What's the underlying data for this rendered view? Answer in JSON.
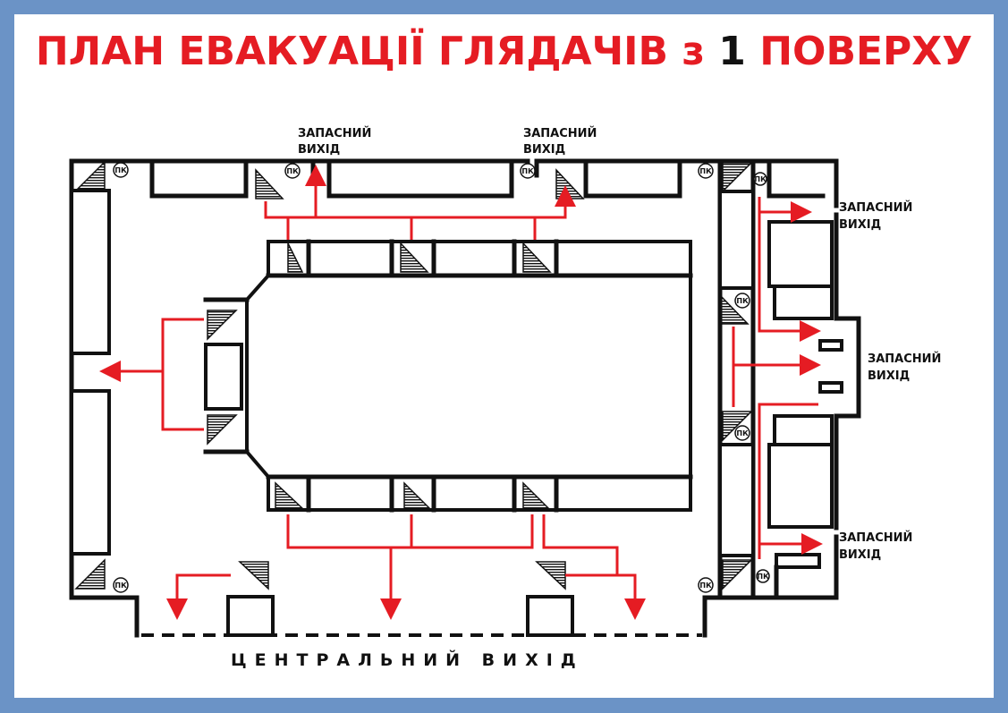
{
  "title": {
    "part1": "ПЛАН ЕВАКУАЦІЇ ГЛЯДАЧІВ з",
    "number": "1",
    "part2": "ПОВЕРХУ"
  },
  "labels": {
    "exit_line1": "ЗАПАСНИЙ",
    "exit_line2": "ВИХІД",
    "central_exit": "ЦЕНТРАЛЬНИЙ ВИХІД",
    "hydrant": "ПК"
  },
  "colors": {
    "border": "#6b93c6",
    "route": "#e51c23",
    "wall": "#111111"
  }
}
